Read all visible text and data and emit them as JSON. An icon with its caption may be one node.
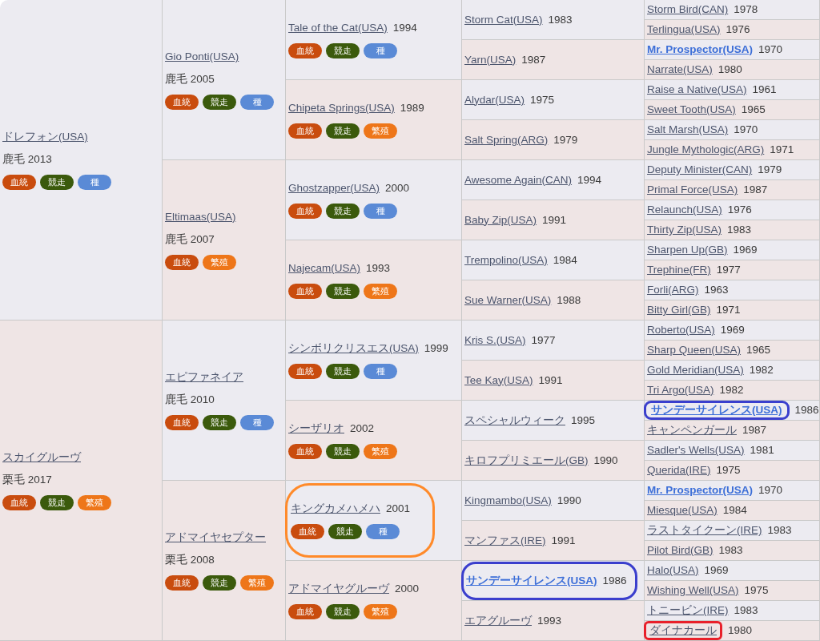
{
  "diagram": {
    "nodes": [
      {
        "text": [
          "ドレフォン(USA)",
          "鹿毛 2013"
        ]
      },
      {
        "text": [
          "血統"
        ],
        "in": 0
      },
      {
        "text": [
          "競走"
        ],
        "in": 0
      },
      {
        "text": [
          "種"
        ],
        "in": 0
      },
      {
        "text": [
          "Gio Ponti(USA)",
          "鹿毛 2005"
        ]
      },
      {
        "text": [
          "血統"
        ],
        "in": 4
      },
      {
        "text": [
          "競走"
        ],
        "in": 4
      },
      {
        "text": [
          "種"
        ],
        "in": 4
      },
      {
        "text": [
          "Tale of the Cat(USA)",
          "1994"
        ]
      },
      {
        "text": [
          "血統"
        ],
        "in": 8
      },
      {
        "text": [
          "競走"
        ],
        "in": 8
      },
      {
        "text": [
          "種"
        ],
        "in": 8
      },
      {
        "text": [
          "Storm Cat(USA)",
          "1983"
        ]
      },
      {
        "text": [
          "Storm Bird(CAN)",
          "1978"
        ]
      },
      {
        "text": [
          "Terlingua(USA)",
          "1976"
        ]
      },
      {
        "text": [
          "Yarn(USA)",
          "1987"
        ]
      },
      {
        "text": [
          "Mr. Prospector(USA)",
          "1970"
        ]
      },
      {
        "text": [
          "Narrate(USA)",
          "1980"
        ]
      },
      {
        "text": [
          "Chipeta Springs(USA)",
          "1989"
        ]
      },
      {
        "text": [
          "血統"
        ],
        "in": 18
      },
      {
        "text": [
          "競走"
        ],
        "in": 18
      },
      {
        "text": [
          "繁殖"
        ],
        "in": 18
      },
      {
        "text": [
          "Alydar(USA)",
          "1975"
        ]
      },
      {
        "text": [
          "Raise a Native(USA)",
          "1961"
        ]
      },
      {
        "text": [
          "Sweet Tooth(USA)",
          "1965"
        ]
      },
      {
        "text": [
          "Salt Spring(ARG)",
          "1979"
        ]
      },
      {
        "text": [
          "Salt Marsh(USA)",
          "1970"
        ]
      },
      {
        "text": [
          "Jungle Mythologic(ARG)",
          "1971"
        ]
      },
      {
        "text": [
          "Eltimaas(USA)",
          "鹿毛 2007"
        ]
      },
      {
        "text": [
          "血統"
        ],
        "in": 28
      },
      {
        "text": [
          "繁殖"
        ],
        "in": 28
      },
      {
        "text": [
          "Ghostzapper(USA)",
          "2000"
        ]
      },
      {
        "text": [
          "血統"
        ],
        "in": 31
      },
      {
        "text": [
          "競走"
        ],
        "in": 31
      },
      {
        "text": [
          "種"
        ],
        "in": 31
      },
      {
        "text": [
          "Awesome Again(CAN)",
          "1994"
        ]
      },
      {
        "text": [
          "Deputy Minister(CAN)",
          "1979"
        ]
      },
      {
        "text": [
          "Primal Force(USA)",
          "1987"
        ]
      },
      {
        "text": [
          "Baby Zip(USA)",
          "1991"
        ]
      },
      {
        "text": [
          "Relaunch(USA)",
          "1976"
        ]
      },
      {
        "text": [
          "Thirty Zip(USA)",
          "1983"
        ]
      },
      {
        "text": [
          "Najecam(USA)",
          "1993"
        ]
      },
      {
        "text": [
          "血統"
        ],
        "in": 41
      },
      {
        "text": [
          "競走"
        ],
        "in": 41
      },
      {
        "text": [
          "繁殖"
        ],
        "in": 41
      },
      {
        "text": [
          "Trempolino(USA)",
          "1984"
        ]
      },
      {
        "text": [
          "Sharpen Up(GB)",
          "1969"
        ]
      },
      {
        "text": [
          "Trephine(FR)",
          "1977"
        ]
      },
      {
        "text": [
          "Sue Warner(USA)",
          "1988"
        ]
      },
      {
        "text": [
          "Forli(ARG)",
          "1963"
        ]
      },
      {
        "text": [
          "Bitty Girl(GB)",
          "1971"
        ]
      },
      {
        "text": [
          "スカイグルーヴ",
          "栗毛 2017"
        ]
      },
      {
        "text": [
          "血統"
        ],
        "in": 51
      },
      {
        "text": [
          "競走"
        ],
        "in": 51
      },
      {
        "text": [
          "繁殖"
        ],
        "in": 51
      },
      {
        "text": [
          "エピファネイア",
          "鹿毛 2010"
        ]
      },
      {
        "text": [
          "血統"
        ],
        "in": 55
      },
      {
        "text": [
          "競走"
        ],
        "in": 55
      },
      {
        "text": [
          "種"
        ],
        "in": 55
      },
      {
        "text": [
          "シンボリクリスエス(USA)",
          "1999"
        ]
      },
      {
        "text": [
          "血統"
        ],
        "in": 59
      },
      {
        "text": [
          "競走"
        ],
        "in": 59
      },
      {
        "text": [
          "種"
        ],
        "in": 59
      },
      {
        "text": [
          "Kris S.(USA)",
          "1977"
        ]
      },
      {
        "text": [
          "Roberto(USA)",
          "1969"
        ]
      },
      {
        "text": [
          "Sharp Queen(USA)",
          "1965"
        ]
      },
      {
        "text": [
          "Tee Kay(USA)",
          "1991"
        ]
      },
      {
        "text": [
          "Gold Meridian(USA)",
          "1982"
        ]
      },
      {
        "text": [
          "Tri Argo(USA)",
          "1982"
        ]
      },
      {
        "text": [
          "シーザリオ",
          "2002"
        ]
      },
      {
        "text": [
          "血統"
        ],
        "in": 69
      },
      {
        "text": [
          "競走"
        ],
        "in": 69
      },
      {
        "text": [
          "繁殖"
        ],
        "in": 69
      },
      {
        "text": [
          "スペシャルウィーク",
          "1995"
        ]
      },
      {
        "text": [
          "1986"
        ]
      },
      {
        "text": [
          "サンデーサイレンス(USA)"
        ],
        "in": 74
      },
      {
        "text": [
          "キャンペンガール",
          "1987"
        ]
      },
      {
        "text": [
          "キロフプリミエール(GB)",
          "1990"
        ]
      },
      {
        "text": [
          "Sadler's Wells(USA)",
          "1981"
        ]
      },
      {
        "text": [
          "Querida(IRE)",
          "1975"
        ]
      },
      {
        "text": [
          "アドマイヤセプター",
          "栗毛 2008"
        ]
      },
      {
        "text": [
          "血統"
        ],
        "in": 80
      },
      {
        "text": [
          "競走"
        ],
        "in": 80
      },
      {
        "text": [
          "繁殖"
        ],
        "in": 80
      },
      {
        "text": [],
        "shape": "box"
      },
      {
        "text": [
          "キングカメハメハ",
          "2001"
        ],
        "in": 84
      },
      {
        "text": [
          "血統"
        ],
        "in": 85
      },
      {
        "text": [
          "競走"
        ],
        "in": 85
      },
      {
        "text": [
          "種"
        ],
        "in": 85
      },
      {
        "text": [
          "Kingmambo(USA)",
          "1990"
        ]
      },
      {
        "text": [
          "Mr. Prospector(USA)",
          "1970"
        ]
      },
      {
        "text": [
          "Miesque(USA)",
          "1984"
        ]
      },
      {
        "text": [
          "マンファス(IRE)",
          "1991"
        ]
      },
      {
        "text": [
          "ラストタイクーン(IRE)",
          "1983"
        ]
      },
      {
        "text": [
          "Pilot Bird(GB)",
          "1983"
        ]
      },
      {
        "text": [
          "アドマイヤグルーヴ",
          "2000"
        ]
      },
      {
        "text": [
          "血統"
        ],
        "in": 95
      },
      {
        "text": [
          "競走"
        ],
        "in": 95
      },
      {
        "text": [
          "繁殖"
        ],
        "in": 95
      },
      {
        "text": [],
        "shape": "box"
      },
      {
        "text": [
          "サンデーサイレンス(USA)",
          "1986"
        ],
        "in": 99
      },
      {
        "text": [
          "Halo(USA)",
          "1969"
        ]
      },
      {
        "text": [
          "Wishing Well(USA)",
          "1975"
        ]
      },
      {
        "text": [
          "エアグルーヴ",
          "1993"
        ]
      },
      {
        "text": [
          "トニービン(IRE)",
          "1983"
        ]
      },
      {
        "text": [
          "1980"
        ]
      },
      {
        "text": [
          "ダイナカール"
        ],
        "in": 105
      }
    ]
  }
}
